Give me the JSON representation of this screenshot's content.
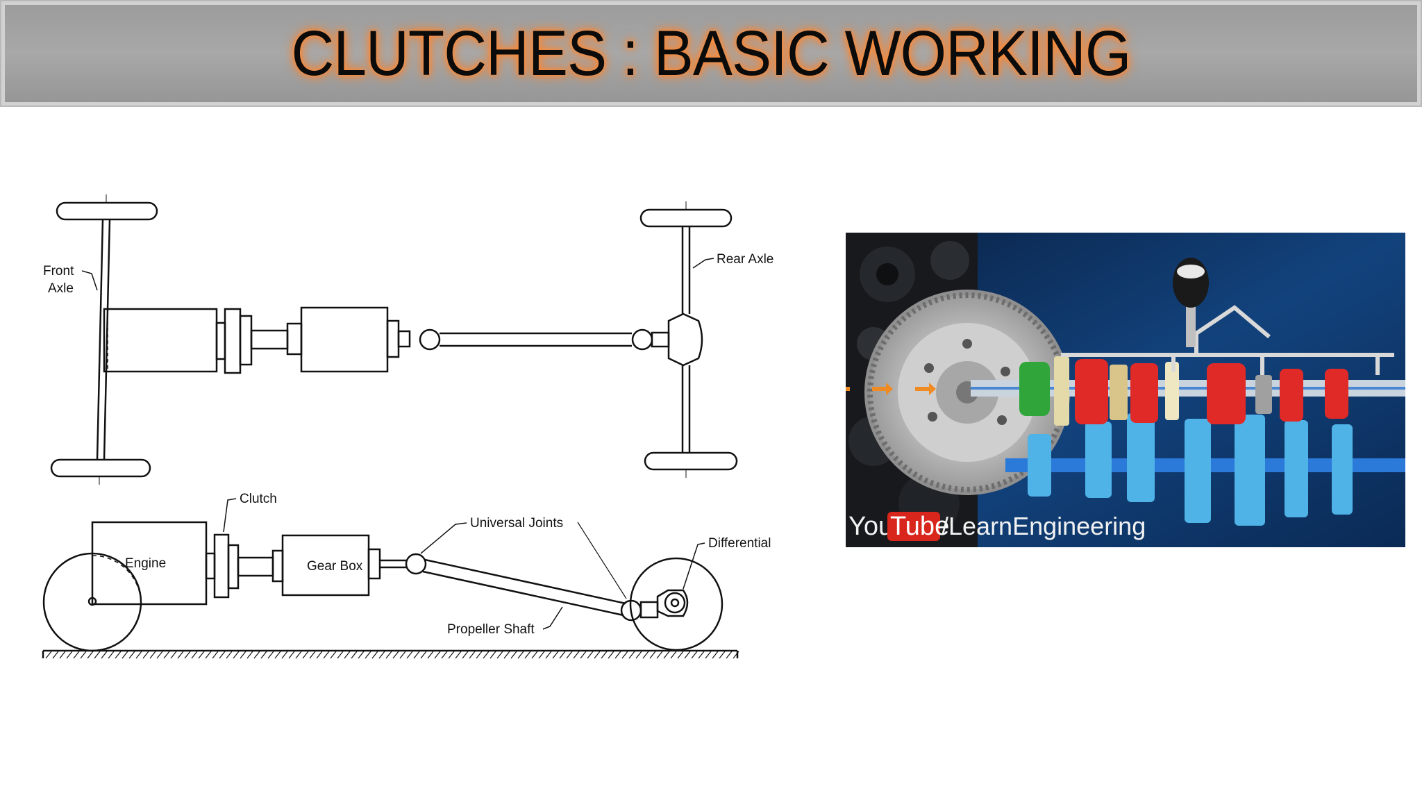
{
  "slide": {
    "title": "CLUTCHES : BASIC WORKING"
  },
  "diagram": {
    "labels": {
      "front_axle_1": "Front",
      "front_axle_2": "Axle",
      "rear_axle": "Rear Axle",
      "clutch": "Clutch",
      "engine": "Engine",
      "gear_box": "Gear Box",
      "universal_joints": "Universal Joints",
      "differential": "Differential",
      "propeller_shaft": "Propeller Shaft"
    }
  },
  "video": {
    "watermark_you": "You",
    "watermark_tube": "Tube",
    "watermark_channel": "/LearnEngineering"
  },
  "colors": {
    "title_bar": "#a3a3a3",
    "title_glow": "#ff8a35",
    "video_background": "#0d2f5e",
    "gear_red": "#e02a28",
    "gear_green": "#2fa53a",
    "gear_blue": "#4fb3e8",
    "youtube_red": "#d8261c"
  }
}
